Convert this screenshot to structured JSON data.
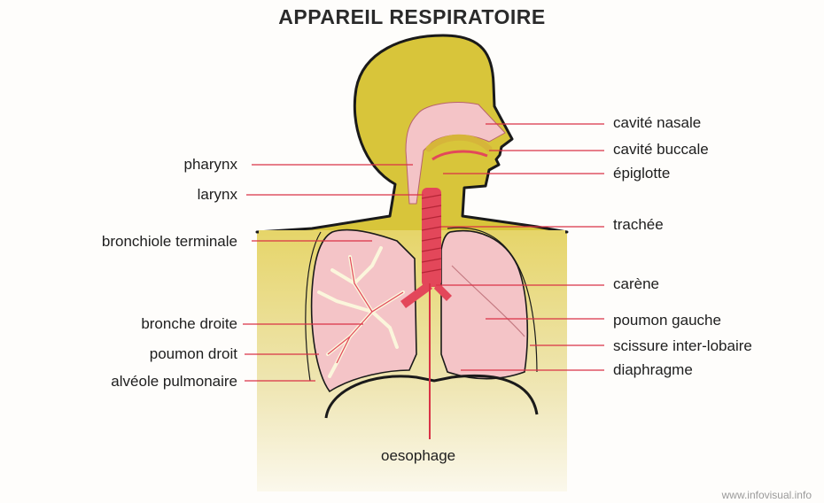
{
  "title": "APPAREIL RESPIRATOIRE",
  "labels": {
    "cavite_nasale": "cavité nasale",
    "cavite_buccale": "cavité buccale",
    "epiglotte": "épiglotte",
    "trachee": "trachée",
    "carene": "carène",
    "poumon_gauche": "poumon gauche",
    "scissure": "scissure inter-lobaire",
    "diaphragme": "diaphragme",
    "pharynx": "pharynx",
    "larynx": "larynx",
    "bronchiole": "bronchiole terminale",
    "bronche_droite": "bronche droite",
    "poumon_droit": "poumon droit",
    "alveole": "alvéole pulmonaire",
    "oesophage": "oesophage"
  },
  "credit": "www.infovisual.info",
  "colors": {
    "skin": "#d8c53a",
    "torso": "#ebe3a0",
    "lung": "#f4c4c7",
    "airway": "#e3475a",
    "leader": "#d93246"
  }
}
